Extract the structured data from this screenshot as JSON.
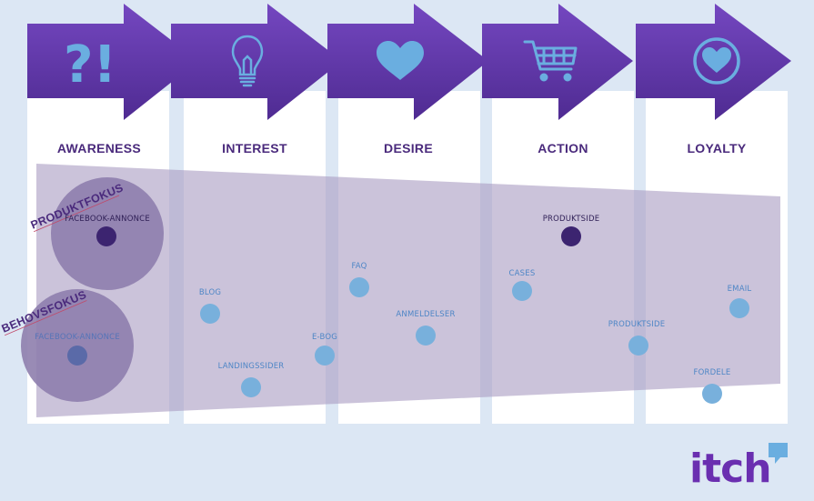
{
  "stages": [
    {
      "title": "AWARENESS",
      "icon": "question-exclamation-icon"
    },
    {
      "title": "INTEREST",
      "icon": "lightbulb-icon"
    },
    {
      "title": "DESIRE",
      "icon": "heart-icon"
    },
    {
      "title": "ACTION",
      "icon": "shopping-cart-icon"
    },
    {
      "title": "LOYALTY",
      "icon": "heart-circle-icon"
    }
  ],
  "focus_labels": {
    "product": "PRODUKTFOKUS",
    "needs": "BEHOVSFOKUS"
  },
  "nodes": {
    "facebook_produkt": "FACEBOOK-ANNONCE",
    "facebook_behov": "FACEBOOK-ANNONCE",
    "blog": "BLOG",
    "landingssider": "LANDINGSSIDER",
    "e_bog": "E-BOG",
    "faq": "FAQ",
    "anmeldelser": "ANMELDELSER",
    "cases": "CASES",
    "produktside_top": "PRODUKTSIDE",
    "produktside_bottom": "PRODUKTSIDE",
    "email": "EMAIL",
    "fordele": "FORDELE"
  },
  "logo": {
    "text": "itch"
  },
  "colors": {
    "background": "#dce7f4",
    "arrow": "#5a34a0",
    "icon": "#6aaee0",
    "funnel": "#ab9ec4",
    "dark_dot": "#3c2470",
    "light_dot": "#78b0dc",
    "title": "#4a2a7c",
    "logo": "#6a2fb0"
  }
}
